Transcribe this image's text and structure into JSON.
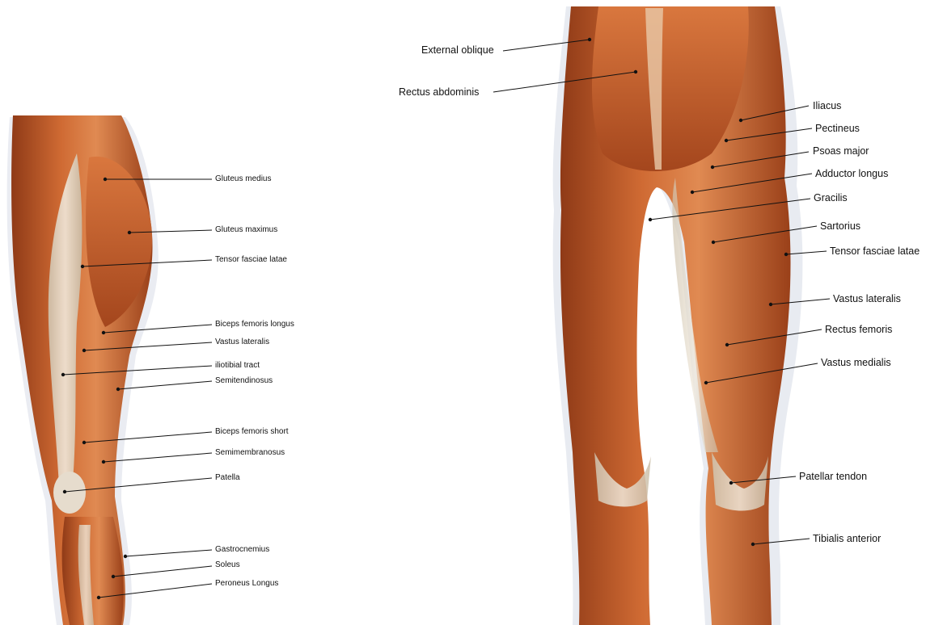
{
  "left_view_labels": [
    "Gluteus medius",
    "Gluteus maximus",
    "Tensor fasciae latae",
    "Biceps femoris longus",
    "Vastus lateralis",
    "iliotibial tract",
    "Semitendinosus",
    "Biceps femoris short",
    "Semimembranosus",
    "Patella",
    "Gastrocnemius",
    "Soleus",
    "Peroneus Longus"
  ],
  "right_view_labels": [
    "External oblique",
    "Rectus abdominis",
    "Iliacus",
    "Pectineus",
    "Psoas major",
    "Adductor longus",
    "Gracilis",
    "Sartorius",
    "Tensor fasciae latae",
    "Vastus lateralis",
    "Rectus femoris",
    "Vastus medialis",
    "Patellar tendon",
    "Tibialis anterior"
  ],
  "colors": {
    "muscle": "#c8622e",
    "muscle_dark": "#8f3a17",
    "muscle_light": "#e08a52",
    "tendon": "#e6dccd",
    "skin_shadow": "#d9dde8",
    "leader": "#111111"
  }
}
